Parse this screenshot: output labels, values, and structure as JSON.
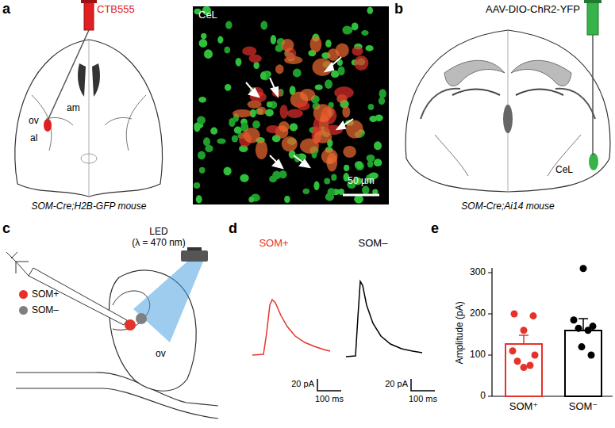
{
  "diagram": {
    "labels": [
      "a",
      "CTB555",
      "ov",
      "am",
      "al",
      "SOM-Cre;H2B-GFP mouse",
      "CeL",
      "50 µm",
      "b",
      "AAV-DIO-ChR2-YFP",
      "CeL",
      "SOM-Cre;Ai14 mouse",
      "c",
      "LED",
      "(λ = 470 nm)",
      "ov",
      "d",
      "SOM+",
      "SOM–",
      "20 pA",
      "100 ms",
      "20 pA",
      "100 ms",
      "e",
      "Amplitude (pA)",
      "300",
      "200",
      "100",
      "0",
      "SOM⁺",
      "SOM⁻"
    ],
    "legend": [
      {
        "text": "SOM+",
        "color": "#e5332a"
      },
      {
        "text": "SOM–",
        "color": "#7f7f7f"
      }
    ]
  }
}
